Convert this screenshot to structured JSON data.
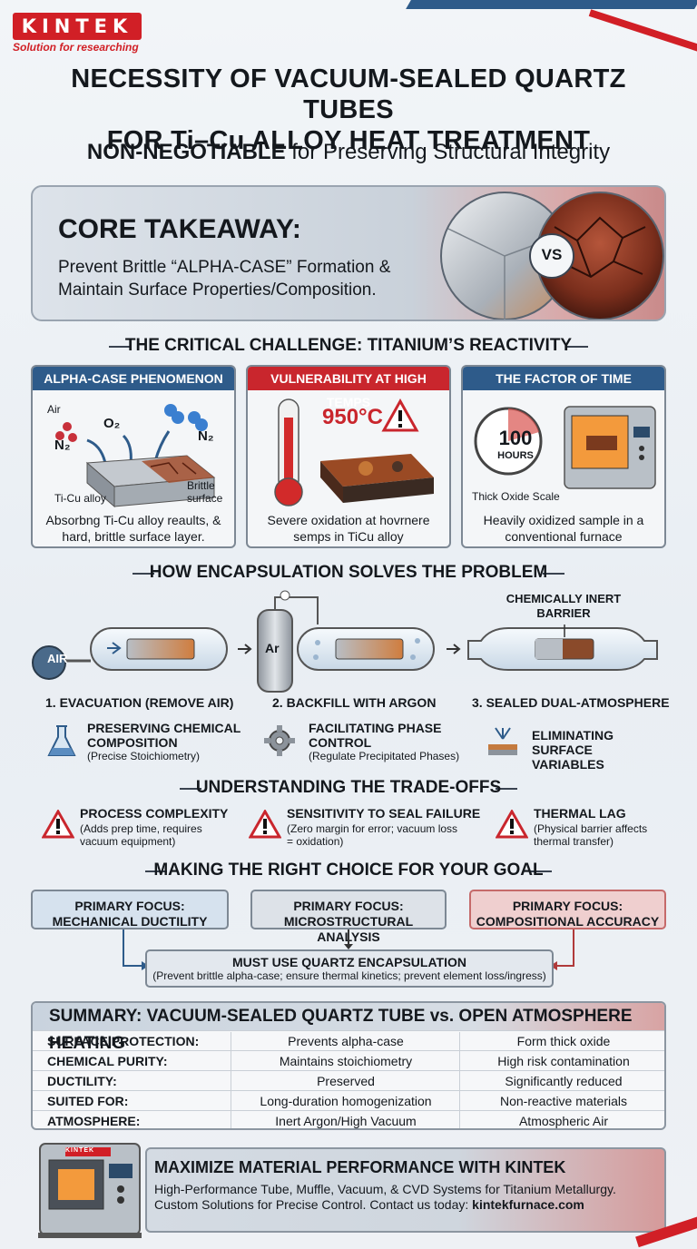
{
  "brand": {
    "logo_text": "KINTEK",
    "tagline": "Solution for researching",
    "colors": {
      "red": "#d11f26",
      "blue": "#2e5b8a",
      "dark": "#14181d"
    }
  },
  "title": {
    "line1": "NECESSITY OF VACUUM-SEALED QUARTZ TUBES",
    "line2": "FOR Ti–Cu ALLOY HEAT TREATMENT"
  },
  "subtitle": {
    "bold": "NON-NEGOTIABLE",
    "rest": " for Preserving Structural Integrity"
  },
  "core": {
    "heading": "CORE TAKEAWAY:",
    "text": "Prevent Brittle “ALPHA-CASE” Formation & Maintain Surface Properties/Composition.",
    "vs": "VS"
  },
  "challenge": {
    "section_title": "THE CRITICAL CHALLENGE: TITANIUM’S REACTIVITY",
    "cards": [
      {
        "header": "ALPHA-CASE PHENOMENON",
        "labels": {
          "air": "Air",
          "o2": "O₂",
          "n2_left": "N₂",
          "n2_right": "N₂",
          "alloy": "Ti-Cu alloy",
          "brittle": "Brittle surface"
        },
        "caption": "Absorbng Ti-Cu alloy reaults, & hard, brittle surface layer."
      },
      {
        "header": "VULNERABILITY AT HIGH TEMPS",
        "temp": "950°C",
        "caption": "Severe oxidation at hovrnere semps in TiCu alloy"
      },
      {
        "header": "THE FACTOR OF TIME",
        "hours_value": "100",
        "hours_unit": "HOURS",
        "scale_label": "Thick Oxide Scale",
        "caption": "Heavily oxidized sample in a conventional furnace"
      }
    ]
  },
  "encapsulation": {
    "section_title": "HOW ENCAPSULATION SOLVES THE PROBLEM",
    "air_label": "AIR",
    "ar_label": "Ar",
    "barrier_label": "CHEMICALLY INERT BARRIER",
    "steps": [
      "1. EVACUATION (REMOVE AIR)",
      "2. BACKFILL WITH ARGON",
      "3. SEALED DUAL-ATMOSPHERE"
    ],
    "benefits": [
      {
        "title": "PRESERVING CHEMICAL COMPOSITION",
        "sub": "(Precise Stoichiometry)"
      },
      {
        "title": "FACILITATING PHASE CONTROL",
        "sub": "(Regulate Precipitated Phases)"
      },
      {
        "title": "ELIMINATING SURFACE VARIABLES",
        "sub": ""
      }
    ]
  },
  "tradeoffs": {
    "section_title": "UNDERSTANDING THE TRADE-OFFS",
    "items": [
      {
        "title": "PROCESS COMPLEXITY",
        "sub": "(Adds prep time, requires vacuum equipment)"
      },
      {
        "title": "SENSITIVITY TO SEAL FAILURE",
        "sub": "(Zero margin for error; vacuum loss = oxidation)"
      },
      {
        "title": "THERMAL LAG",
        "sub": "(Physical barrier affects thermal transfer)"
      }
    ]
  },
  "choice": {
    "section_title": "MAKING THE RIGHT CHOICE FOR YOUR GOAL",
    "options": [
      {
        "line1": "PRIMARY FOCUS:",
        "line2": "MECHANICAL DUCTILITY"
      },
      {
        "line1": "PRIMARY FOCUS:",
        "line2": "MICROSTRUCTURAL ANALYSIS"
      },
      {
        "line1": "PRIMARY FOCUS:",
        "line2": "COMPOSITIONAL ACCURACY"
      }
    ],
    "result_title": "MUST USE QUARTZ ENCAPSULATION",
    "result_sub": "(Prevent brittle alpha-case; ensure thermal kinetics; prevent element loss/ingress)"
  },
  "summary": {
    "title": "SUMMARY: VACUUM-SEALED QUARTZ TUBE vs. OPEN ATMOSPHERE HEATING",
    "rows": [
      {
        "label": "SURFACE PROTECTION:",
        "quartz": "Prevents alpha-case",
        "open": "Form thick oxide"
      },
      {
        "label": "CHEMICAL PURITY:",
        "quartz": "Maintains stoichiometry",
        "open": "High risk contamination"
      },
      {
        "label": "DUCTILITY:",
        "quartz": "Preserved",
        "open": "Significantly reduced"
      },
      {
        "label": "SUITED FOR:",
        "quartz": "Long-duration homogenization",
        "open": "Non-reactive materials"
      },
      {
        "label": "ATMOSPHERE:",
        "quartz": "Inert Argon/High Vacuum",
        "open": "Atmospheric Air"
      }
    ]
  },
  "footer": {
    "furnace_label": "KINTEK",
    "heading": "MAXIMIZE MATERIAL PERFORMANCE WITH KINTEK",
    "line1": "High-Performance Tube, Muffle, Vacuum, & CVD Systems for Titanium Metallurgy.",
    "line2_text": "Custom Solutions for Precise Control. Contact us today: ",
    "line2_link": "kintekfurnace.com"
  }
}
